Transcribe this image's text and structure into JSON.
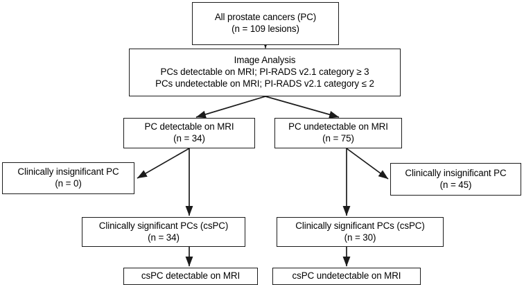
{
  "figure": {
    "type": "flowchart",
    "orientation": "top-down",
    "background_color": "#ffffff",
    "line_color": "#1b1b1b",
    "text_color": "#000000"
  },
  "nodes": {
    "all_prostate_cancers": {
      "id": "all-prostate-cancers",
      "lines": [
        "All prostate cancers (PC)",
        "(n = 109 lesions)"
      ],
      "count": 109,
      "count_label": "(n = 109 lesions)"
    },
    "image_analysis": {
      "id": "image-analysis",
      "lines": [
        "Image Analysis",
        "PCs detectable on MRI; PI-RADS v2.1 category ≥ 3",
        "PCs undetectable on MRI; PI-RADS v2.1 category ≤ 2"
      ]
    },
    "pc_detectable": {
      "id": "pc-detectable-on-mri",
      "lines": [
        "PC detectable on MRI",
        "(n = 34)"
      ],
      "count": 34,
      "count_label": "(n = 34)"
    },
    "pc_undetectable": {
      "id": "pc-undetectable-on-mri",
      "lines": [
        "PC undetectable on MRI",
        "(n = 75)"
      ],
      "count": 75,
      "count_label": "(n = 75)"
    },
    "insignificant_left": {
      "id": "clinically-insignificant-pc-left",
      "lines": [
        "Clinically insignificant PC",
        "(n = 0)"
      ],
      "count": 0,
      "count_label": "(n = 0)"
    },
    "insignificant_right": {
      "id": "clinically-insignificant-pc-right",
      "lines": [
        "Clinically insignificant PC",
        "(n = 45)"
      ],
      "count": 45,
      "count_label": "(n = 45)"
    },
    "significant_left": {
      "id": "clinically-significant-pcs-left",
      "lines": [
        "Clinically significant PCs (csPC)",
        "(n = 34)"
      ],
      "count": 34,
      "count_label": "(n = 34)"
    },
    "significant_right": {
      "id": "clinically-significant-pcs-right",
      "lines": [
        "Clinically significant PCs (csPC)",
        "(n = 30)"
      ],
      "count": 30,
      "count_label": "(n = 30)"
    },
    "cspc_detectable": {
      "id": "cspc-detectable-on-mri",
      "lines": [
        "csPC detectable on MRI"
      ]
    },
    "cspc_undetectable": {
      "id": "cspc-undetectable-on-mri",
      "lines": [
        "csPC undetectable on MRI"
      ]
    }
  },
  "edges": [
    {
      "from": "all_prostate_cancers",
      "to": "image_analysis",
      "style": "straight-down-arrow"
    },
    {
      "from": "image_analysis",
      "to": "pc_detectable",
      "style": "diagonal-arrow"
    },
    {
      "from": "image_analysis",
      "to": "pc_undetectable",
      "style": "diagonal-arrow"
    },
    {
      "from": "pc_detectable",
      "to": "insignificant_left",
      "style": "diagonal-arrow"
    },
    {
      "from": "pc_detectable",
      "to": "significant_left",
      "style": "straight-down-arrow"
    },
    {
      "from": "pc_undetectable",
      "to": "insignificant_right",
      "style": "diagonal-arrow"
    },
    {
      "from": "pc_undetectable",
      "to": "significant_right",
      "style": "straight-down-arrow"
    },
    {
      "from": "significant_left",
      "to": "cspc_detectable",
      "style": "straight-down-arrow"
    },
    {
      "from": "significant_right",
      "to": "cspc_undetectable",
      "style": "straight-down-arrow"
    }
  ]
}
